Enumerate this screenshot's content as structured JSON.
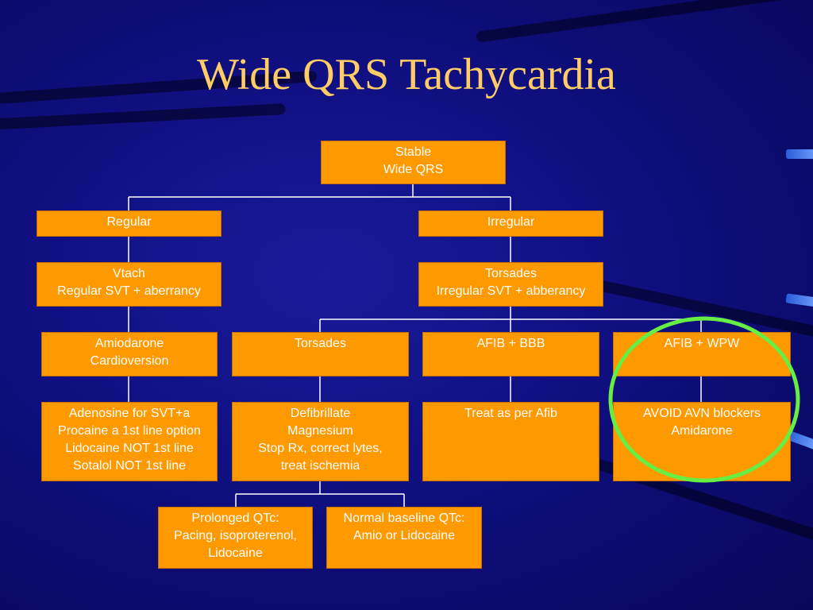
{
  "title": "Wide QRS Tachycardia",
  "highlight_color": "#66ee44",
  "node_color": "#ff9900",
  "nodes": {
    "stable": [
      "Stable",
      "Wide QRS"
    ],
    "regular": [
      "Regular"
    ],
    "irregular": [
      "Irregular"
    ],
    "vtach": [
      "Vtach",
      "Regular SVT + aberrancy"
    ],
    "torsades_irregular": [
      "Torsades",
      "Irregular SVT + abberancy"
    ],
    "amiodarone": [
      "Amiodarone",
      "Cardioversion"
    ],
    "torsades": [
      "Torsades"
    ],
    "afib_bbb": [
      "AFIB + BBB"
    ],
    "afib_wpw": [
      "AFIB + WPW"
    ],
    "adenosine": [
      "Adenosine for SVT+a",
      "Procaine a 1st line option",
      "Lidocaine NOT 1st line",
      "Sotalol NOT 1st line"
    ],
    "defibrillate": [
      "Defibrillate",
      "Magnesium",
      "Stop Rx, correct lytes,",
      "treat ischemia"
    ],
    "treat_afib": [
      "Treat as per Afib"
    ],
    "avoid_avn": [
      "AVOID AVN blockers",
      "Amidarone"
    ],
    "prolonged_qtc": [
      "Prolonged QTc:",
      "Pacing, isoproterenol,",
      "Lidocaine"
    ],
    "normal_qtc": [
      "Normal baseline QTc:",
      "Amio or Lidocaine"
    ]
  }
}
